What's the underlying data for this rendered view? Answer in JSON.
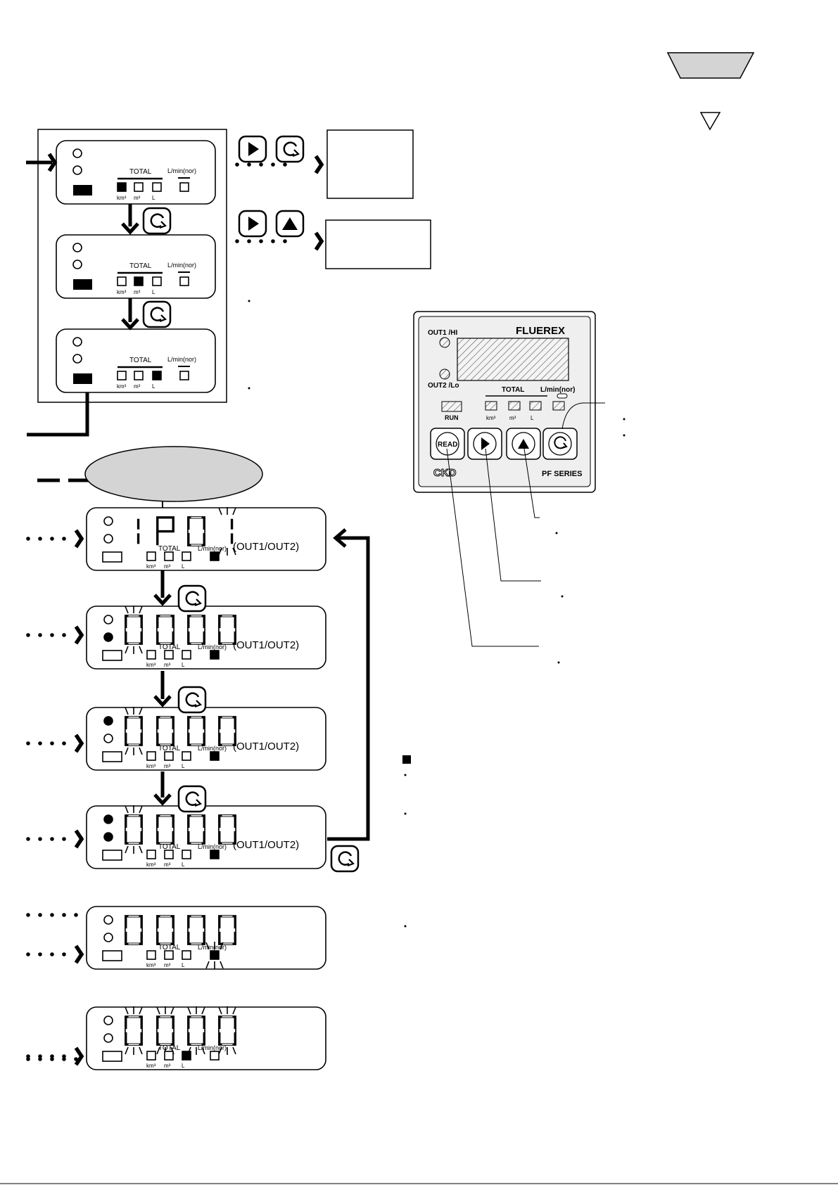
{
  "total_label": "TOTAL",
  "flow_unit_label": "L/min(nor)",
  "unit_labels": [
    "km³",
    "m³",
    "L"
  ],
  "output_mode_label": "(OUT1/OUT2)",
  "device": {
    "brand": "FLUEREX",
    "out1_label": "OUT1 /HI",
    "out2_label": "OUT2 /Lo",
    "total_label": "TOTAL",
    "flow_unit_label": "L/min(nor)",
    "run_label": "RUN",
    "unit_labels": [
      "km³",
      "m³",
      "L"
    ],
    "read_button": "READ",
    "maker_logo": "CKD",
    "series_label": "PF SERIES"
  },
  "digit_readouts": {
    "program_code": "P01",
    "zero_value": "0000"
  },
  "colors": {
    "ink": "#000000",
    "banner_fill": "#d4d4d4",
    "device_face": "#efefef"
  },
  "icons": [
    "right-arrow-key-icon",
    "up-arrow-key-icon",
    "mode-cycle-key-icon",
    "flow-arrow-icon"
  ]
}
